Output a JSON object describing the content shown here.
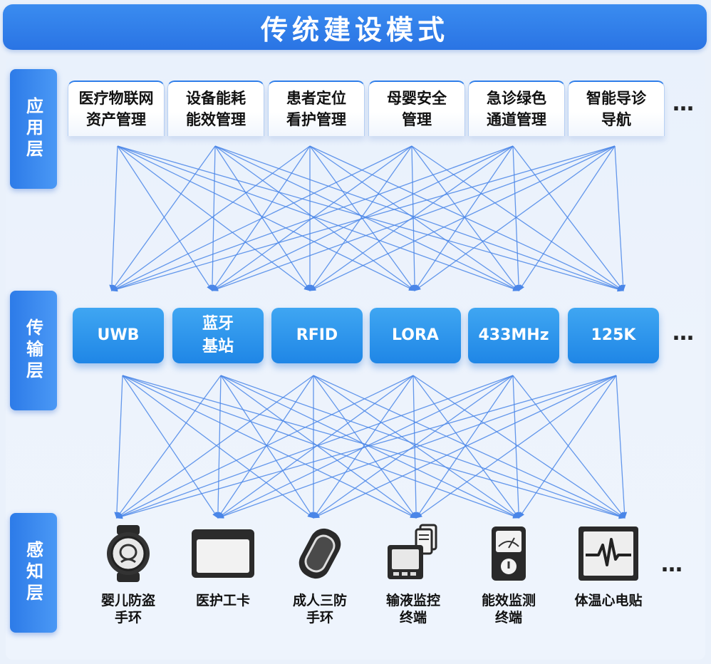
{
  "title": "传统建设模式",
  "layers": {
    "application": "应用层",
    "transport": "传输层",
    "perception": "感知层"
  },
  "applications": [
    {
      "label": "医疗物联网\n资产管理"
    },
    {
      "label": "设备能耗\n能效管理"
    },
    {
      "label": "患者定位\n看护管理"
    },
    {
      "label": "母婴安全\n管理"
    },
    {
      "label": "急诊绿色\n通道管理"
    },
    {
      "label": "智能导诊\n导航"
    }
  ],
  "transports": [
    {
      "label": "UWB"
    },
    {
      "label": "蓝牙\n基站"
    },
    {
      "label": "RFID"
    },
    {
      "label": "LORA"
    },
    {
      "label": "433MHz"
    },
    {
      "label": "125K"
    }
  ],
  "devices": [
    {
      "label": "婴儿防盗\n手环",
      "icon": "smartwatch-icon"
    },
    {
      "label": "医护工卡",
      "icon": "badge-card-icon"
    },
    {
      "label": "成人三防\n手环",
      "icon": "wristband-icon"
    },
    {
      "label": "输液监控\n终端",
      "icon": "infusion-monitor-icon"
    },
    {
      "label": "能效监测\n终端",
      "icon": "meter-icon"
    },
    {
      "label": "体温心电贴",
      "icon": "ecg-monitor-icon"
    }
  ],
  "more": "…",
  "colors": {
    "accent": "#2a74e4",
    "link_line": "#4a86e8",
    "transport_box": "#2b8fe8"
  }
}
